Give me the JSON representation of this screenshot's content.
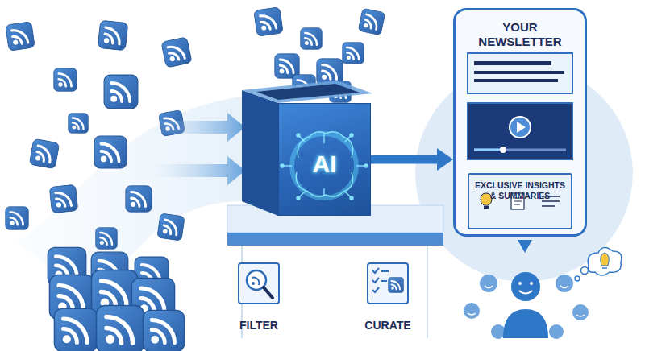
{
  "diagram": {
    "nodes": [
      {
        "text": [
          "AI"
        ]
      },
      {
        "text": [
          "FILTER"
        ]
      },
      {
        "text": [
          "CURATE"
        ]
      },
      {
        "text": [
          "YOUR NEWSLETTER"
        ]
      },
      {
        "text": [
          "EXCLUSIVE INSIGHTS & SUMMARIES"
        ],
        "in": 3
      }
    ],
    "edges": [
      {
        "from": 0,
        "to": 3,
        "arrow": "to"
      }
    ]
  }
}
